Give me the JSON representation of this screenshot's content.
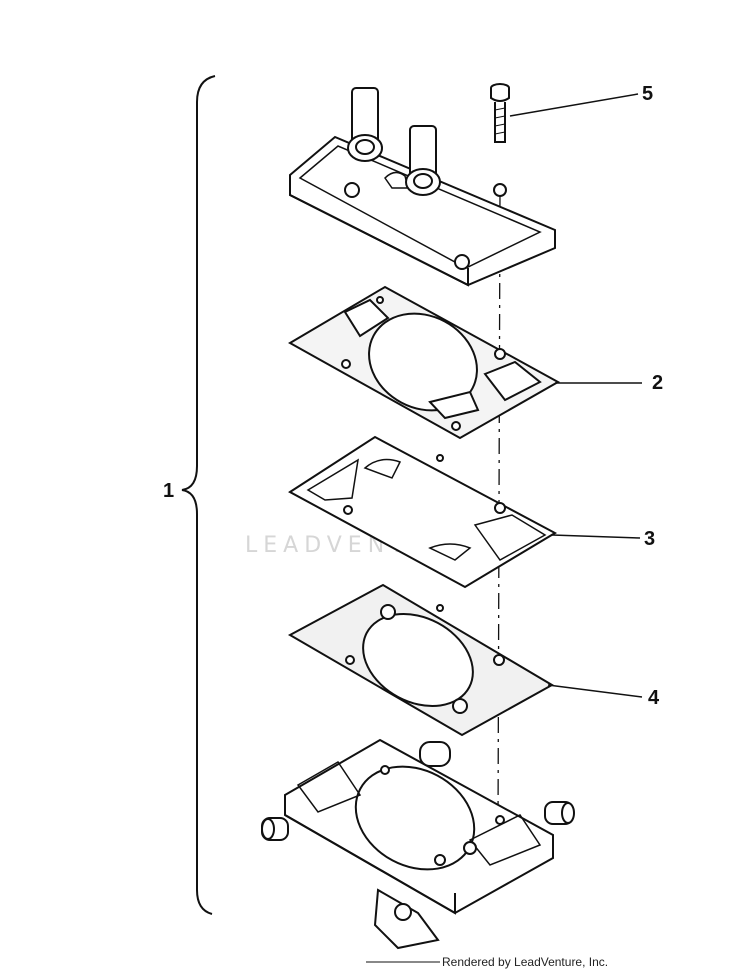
{
  "callouts": [
    {
      "id": "callout-1",
      "label": "1"
    },
    {
      "id": "callout-2",
      "label": "2"
    },
    {
      "id": "callout-3",
      "label": "3"
    },
    {
      "id": "callout-4",
      "label": "4"
    },
    {
      "id": "callout-5",
      "label": "5"
    }
  ],
  "watermark": "LEADVENTURE",
  "footer": "Rendered by LeadVenture, Inc."
}
